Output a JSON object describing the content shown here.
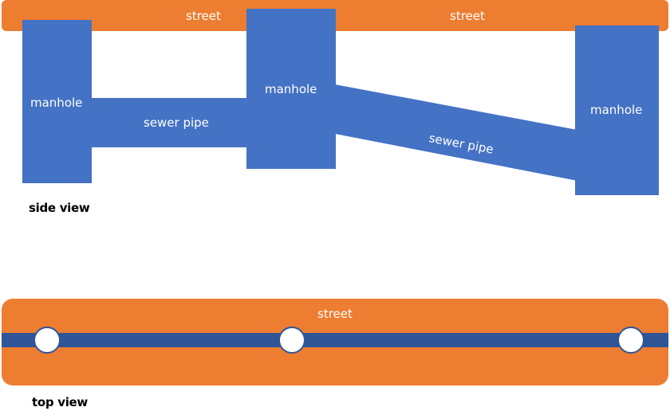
{
  "colors": {
    "street": "#ed7d31",
    "structure": "#4472c4",
    "pipe_top_view": "#2f5597",
    "label": "#ffffff",
    "caption": "#000000"
  },
  "side_view": {
    "street_labels": [
      "street",
      "street"
    ],
    "manholes": [
      "manhole",
      "manhole",
      "manhole"
    ],
    "pipes": [
      "sewer pipe",
      "sewer pipe"
    ],
    "caption": "side view"
  },
  "top_view": {
    "street_label": "street",
    "caption": "top view"
  }
}
